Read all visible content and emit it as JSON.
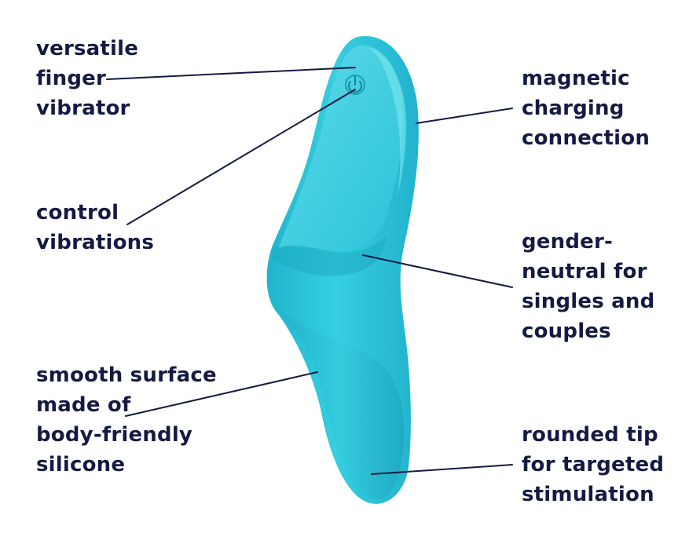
{
  "colors": {
    "text": "#161a42",
    "leader_line": "#161a42",
    "product": "#2ec9dc",
    "product_shadow": "#1aa9c4",
    "product_highlight": "#6fe3ef"
  },
  "icons": [
    "power-icon"
  ],
  "labels": {
    "versatile": [
      "versatile",
      "finger",
      "vibrator"
    ],
    "control": [
      "control",
      "vibrations"
    ],
    "smooth": [
      "smooth surface",
      "made of",
      "body-friendly",
      "silicone"
    ],
    "magnetic": [
      "magnetic",
      "charging",
      "connection"
    ],
    "gender": [
      "gender-",
      "neutral for",
      "singles and",
      "couples"
    ],
    "rounded": [
      "rounded tip",
      "for targeted",
      "stimulation"
    ]
  }
}
